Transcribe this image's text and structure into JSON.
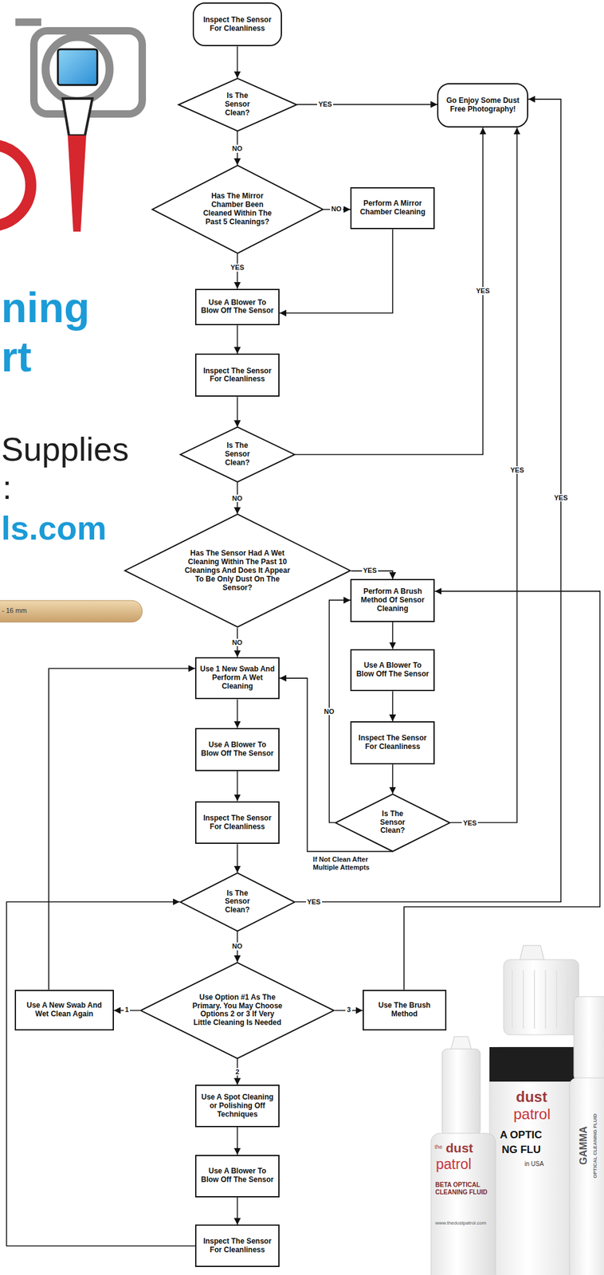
{
  "diagram": {
    "nodes": [
      {
        "text": [
          "Inspect The Sensor For Cleanliness"
        ]
      },
      {
        "text": [
          "Is The Sensor Clean?"
        ]
      },
      {
        "text": [
          "Go Enjoy Some Dust Free Photography!"
        ]
      },
      {
        "text": [
          "Has The Mirror Chamber Been Cleaned Within The Past 5 Cleanings?"
        ]
      },
      {
        "text": [
          "Perform A Mirror Chamber Cleaning"
        ]
      },
      {
        "text": [
          "Use A Blower To Blow Off The Sensor"
        ]
      },
      {
        "text": [
          "Inspect The Sensor For Cleanliness"
        ]
      },
      {
        "text": [
          "Is The Sensor Clean?"
        ]
      },
      {
        "text": [
          "Has The Sensor Had A Wet Cleaning Within The Past 10 Cleanings And Does It Appear To Be Only Dust On The Sensor?"
        ]
      },
      {
        "text": [
          "Perform A Brush Method Of Sensor Cleaning"
        ]
      },
      {
        "text": [
          "Use 1 New Swab And Perform A Wet Cleaning"
        ]
      },
      {
        "text": [
          "Use A Blower To Blow Off The Sensor"
        ]
      },
      {
        "text": [
          "Use A Blower To Blow Off The Sensor"
        ]
      },
      {
        "text": [
          "Inspect The Sensor For Cleanliness"
        ]
      },
      {
        "text": [
          "Inspect The Sensor For Cleanliness"
        ]
      },
      {
        "text": [
          "Is The Sensor Clean?"
        ]
      },
      {
        "text": [
          "Is The Sensor Clean?"
        ]
      },
      {
        "text": [
          "Use Option #1 As The Primary. You May Choose Options 2 or 3 If Very Little Cleaning Is Needed"
        ]
      },
      {
        "text": [
          "Use A New Swab And Wet Clean Again"
        ]
      },
      {
        "text": [
          "Use The Brush Method"
        ]
      },
      {
        "text": [
          "Use A Spot Cleaning or Polishing Off Techniques"
        ]
      },
      {
        "text": [
          "Use A Blower To Blow Off The Sensor"
        ]
      },
      {
        "text": [
          "Inspect The Sensor For Cleanliness"
        ]
      }
    ],
    "edges": [
      {
        "from": 0,
        "to": 1,
        "arrow": "to"
      },
      {
        "from": 1,
        "to": 2,
        "label": "YES",
        "arrow": "to"
      },
      {
        "from": 1,
        "to": 3,
        "label": "NO",
        "arrow": "to"
      },
      {
        "from": 3,
        "to": 4,
        "label": "NO",
        "arrow": "to"
      },
      {
        "from": 3,
        "to": 5,
        "label": "YES",
        "arrow": "to"
      },
      {
        "from": 4,
        "to": 5,
        "arrow": "to"
      },
      {
        "from": 5,
        "to": 6,
        "arrow": "to"
      },
      {
        "from": 6,
        "to": 7,
        "arrow": "to"
      },
      {
        "from": 7,
        "to": 2,
        "label": "YES",
        "arrow": "to"
      },
      {
        "from": 7,
        "to": 8,
        "label": "NO",
        "arrow": "to"
      },
      {
        "from": 8,
        "to": 9,
        "label": "YES",
        "arrow": "to"
      },
      {
        "from": 8,
        "to": 10,
        "label": "NO",
        "arrow": "to"
      },
      {
        "from": 9,
        "to": 11,
        "arrow": "to"
      },
      {
        "from": 11,
        "to": 13,
        "arrow": "to"
      },
      {
        "from": 13,
        "to": 15,
        "arrow": "to"
      },
      {
        "from": 15,
        "to": 2,
        "label": "YES",
        "arrow": "to"
      },
      {
        "from": 15,
        "to": 9,
        "label": "NO",
        "arrow": "to"
      },
      {
        "from": 15,
        "to": 10,
        "label": "If Not Clean After Multiple Attempts",
        "arrow": "to"
      },
      {
        "from": 10,
        "to": 12,
        "arrow": "to"
      },
      {
        "from": 12,
        "to": 14,
        "arrow": "to"
      },
      {
        "from": 14,
        "to": 16,
        "arrow": "to"
      },
      {
        "from": 16,
        "to": 2,
        "label": "YES",
        "arrow": "to"
      },
      {
        "from": 16,
        "to": 17,
        "label": "NO",
        "arrow": "to"
      },
      {
        "from": 17,
        "to": 18,
        "label": "1",
        "arrow": "to"
      },
      {
        "from": 17,
        "to": 19,
        "label": "3",
        "arrow": "to"
      },
      {
        "from": 17,
        "to": 20,
        "label": "2",
        "arrow": "to"
      },
      {
        "from": 18,
        "to": 10,
        "arrow": "to"
      },
      {
        "from": 19,
        "to": 9,
        "arrow": "to"
      },
      {
        "from": 20,
        "to": 21,
        "arrow": "to"
      },
      {
        "from": 21,
        "to": 22,
        "arrow": "to"
      },
      {
        "from": 22,
        "to": 16,
        "arrow": "to"
      }
    ],
    "labels": [
      "ning",
      "rt",
      "Supplies",
      ":",
      "ls.com",
      "- 16 mm",
      "YES",
      "YES",
      "dust",
      "patrol",
      "A OPTIC",
      "NG FLU",
      "in USA",
      "the",
      "dust",
      "patrol",
      "BETA OPTICAL CLEANING FLUID",
      "www.thedustpatrol.com",
      "GAMMA",
      "OPTICAL CLEANING FLUID"
    ]
  }
}
